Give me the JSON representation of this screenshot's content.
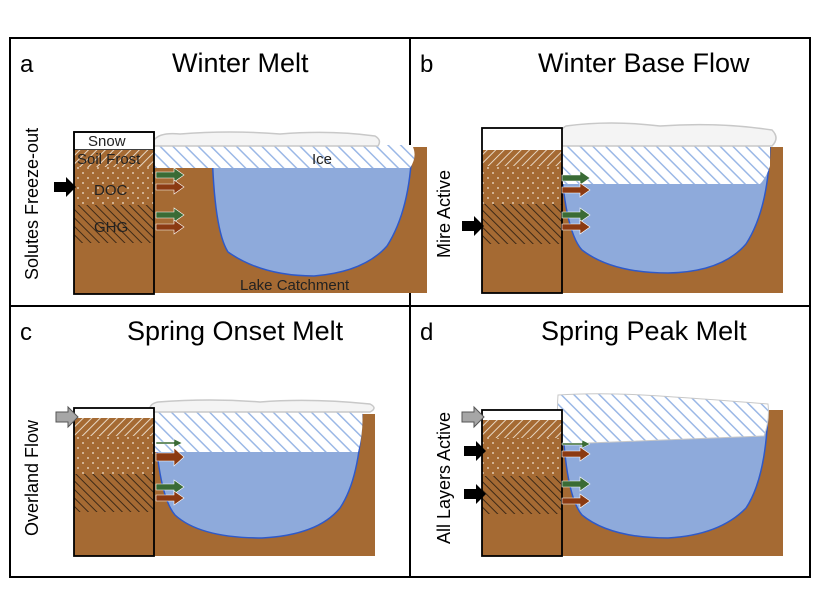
{
  "panels": [
    {
      "letter": "a",
      "title": "Winter Melt",
      "side_label": "Solutes Freeze-out"
    },
    {
      "letter": "b",
      "title": "Winter Base Flow",
      "side_label": "Mire Active"
    },
    {
      "letter": "c",
      "title": "Spring Onset Melt",
      "side_label": "Overland Flow"
    },
    {
      "letter": "d",
      "title": "Spring Peak Melt",
      "side_label": "All Layers Active"
    }
  ],
  "layer_labels": {
    "snow": "Snow",
    "soil_frost": "Soil Frost",
    "doc": "DOC",
    "ghg": "GHG",
    "ice": "Ice",
    "catchment": "Lake Catchment"
  },
  "colors": {
    "soil": "#a56a33",
    "water": "#8eaadb",
    "water_edge": "#2e59c9",
    "ice_stripe": "#9bb8e6",
    "hatch": "#3e2a17",
    "arrow_green": "#3a6b35",
    "arrow_brown": "#8b3a12",
    "arrow_black": "#000000",
    "arrow_grey": "#a6a6a6"
  }
}
